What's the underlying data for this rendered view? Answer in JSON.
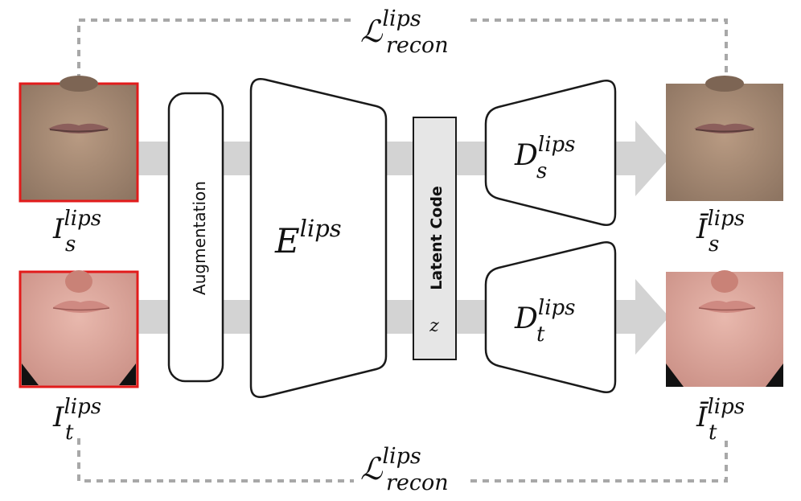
{
  "colors": {
    "arrow_gray": "#d3d3d3",
    "dash_gray": "#a8a8a8",
    "outline": "#1a1a1a",
    "highlight_red": "#e21b1b",
    "latent_fill": "#e6e6e6",
    "source_skin": "#a88c76",
    "target_skin": "#d9a39a"
  },
  "loss_top": {
    "symbol": "ℒ",
    "superscript": "lips",
    "subscript": "recon"
  },
  "loss_bottom": {
    "symbol": "ℒ",
    "superscript": "lips",
    "subscript": "recon"
  },
  "augmentation_label": "Augmentation",
  "encoder": {
    "symbol": "E",
    "superscript": "lips"
  },
  "latent": {
    "label": "Latent Code",
    "variable": "z"
  },
  "decoder_source": {
    "symbol": "D",
    "superscript": "lips",
    "subscript": "s"
  },
  "decoder_target": {
    "symbol": "D",
    "superscript": "lips",
    "subscript": "t"
  },
  "input_source": {
    "symbol": "I",
    "superscript": "lips",
    "subscript": "s",
    "icon": "source-lips-photo"
  },
  "input_target": {
    "symbol": "I",
    "superscript": "lips",
    "subscript": "t",
    "icon": "target-lips-render"
  },
  "output_source": {
    "symbol": "Ī",
    "superscript": "lips",
    "subscript": "s",
    "icon": "reconstructed-source-lips-photo"
  },
  "output_target": {
    "symbol": "Ī",
    "superscript": "lips",
    "subscript": "t",
    "icon": "reconstructed-target-lips-render"
  }
}
